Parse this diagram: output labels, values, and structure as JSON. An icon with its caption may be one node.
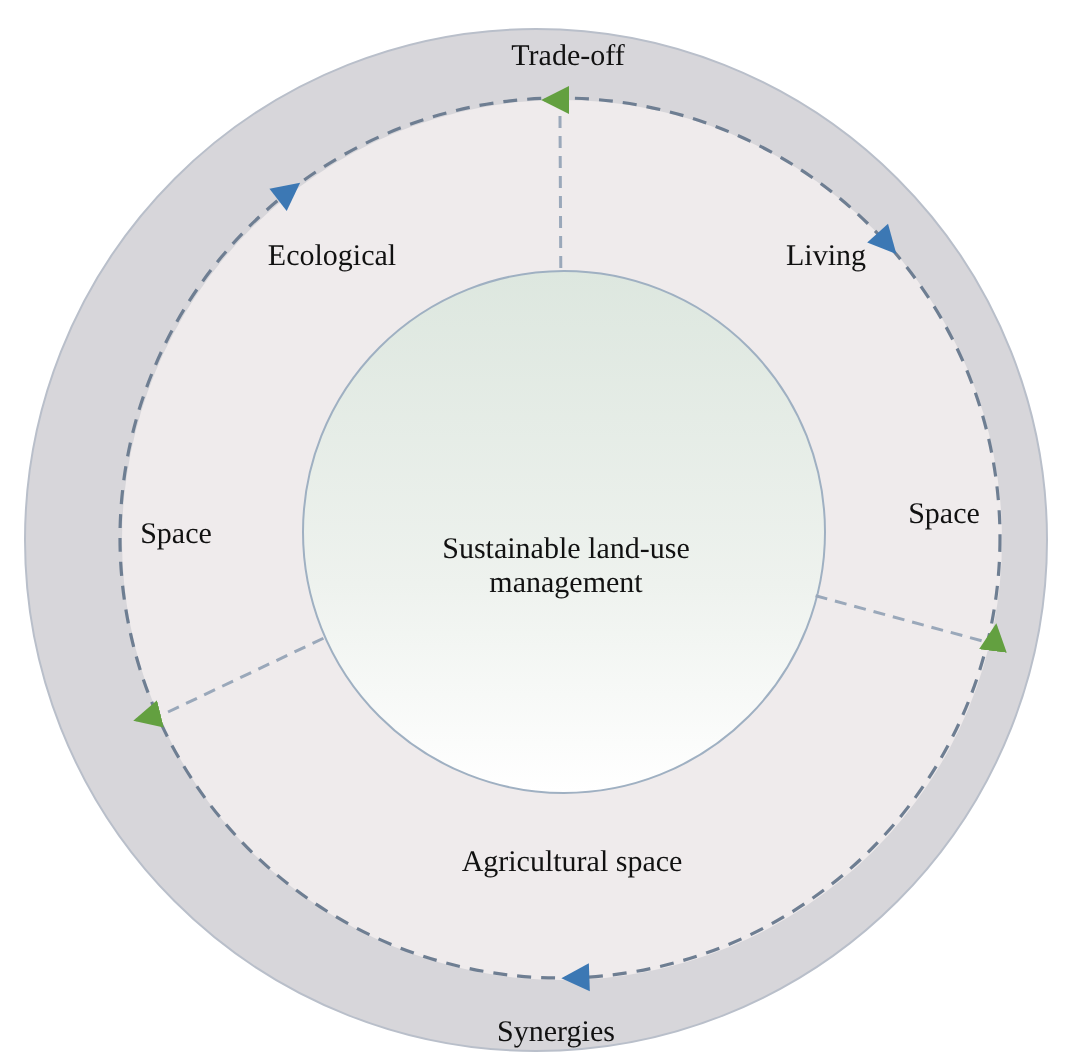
{
  "diagram": {
    "nodes": [
      {
        "text": [
          "Trade-off",
          "Synergies"
        ]
      },
      {
        "text": [
          "Ecological",
          "Living",
          "Space",
          "Space",
          "Agricultural space"
        ],
        "in": 0
      },
      {
        "text": [
          "Sustainable land-use management"
        ],
        "in": 1
      }
    ],
    "edges": [
      {
        "from": 2,
        "to": null,
        "arrow": "to",
        "style": "dashed"
      },
      {
        "from": 2,
        "to": null,
        "arrow": "to",
        "style": "dashed"
      },
      {
        "from": 2,
        "to": null,
        "arrow": "to",
        "style": "dashed"
      }
    ]
  }
}
